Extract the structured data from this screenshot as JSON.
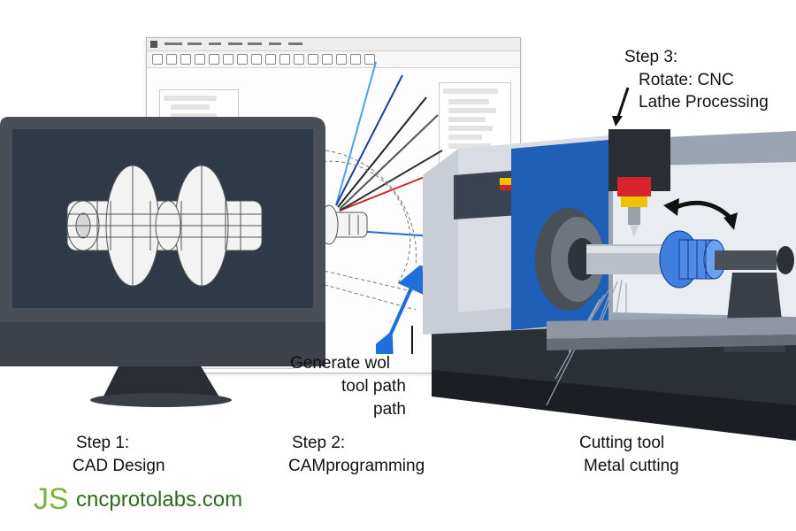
{
  "steps": {
    "step1": {
      "title": "Step 1:",
      "subtitle": "CAD Design"
    },
    "step2": {
      "title": "Step 2:",
      "subtitle": "CAMprogramming"
    },
    "step3": {
      "title": "Step 3:",
      "line2": "Rotate: CNC",
      "line3": "Lathe Processing"
    }
  },
  "toolpath_label": {
    "line1": "Generate wol",
    "line2": "tool path",
    "line3": "path"
  },
  "cutting_label": {
    "line1": "Cutting tool",
    "line2": "Metal cutting"
  },
  "brand": {
    "logo_letters": "JS",
    "url": "cncprotolabs.com"
  },
  "colors": {
    "brand_green": "#7cb342",
    "machine_blue": "#1f5fb8",
    "machine_gray": "#c9ced6",
    "arrow_blue": "#1e6fd9",
    "spindle_yellow": "#f2c200",
    "spindle_red": "#d8232a"
  },
  "icons": [
    "wireframe-part-icon",
    "double-arrow-icon",
    "rotation-arrow-icon",
    "pointer-arrow-icon",
    "cutting-tool-icon",
    "js-logo-icon"
  ]
}
